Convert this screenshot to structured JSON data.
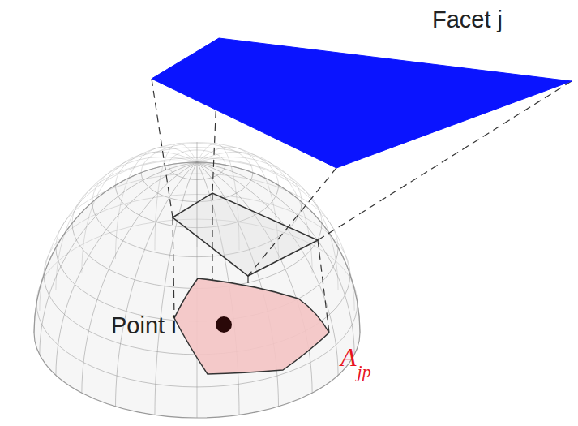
{
  "diagram": {
    "labels": [
      "Facet j",
      "Point i",
      "A",
      "jp"
    ]
  }
}
